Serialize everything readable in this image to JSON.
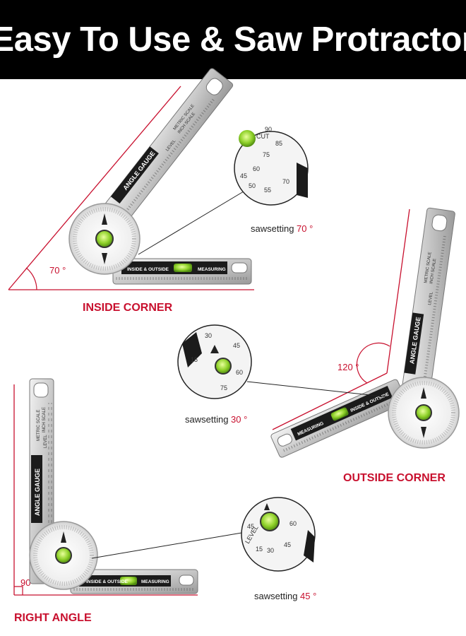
{
  "header": {
    "title": "Easy To Use &  Saw Protractor"
  },
  "sections": {
    "inside_corner": {
      "label": "INSIDE CORNER",
      "angle": "70 °",
      "saw_prefix": "sawsetting",
      "saw_value": "70 °",
      "blade_labels": [
        "ANGLE GAUGE",
        "LEVEL",
        "METRIC SCALE",
        "INCH SCALE",
        "INSIDE & OUTSIDE",
        "MEASURING"
      ]
    },
    "outside_corner": {
      "label": "OUTSIDE CORNER",
      "angle": "120 °",
      "saw_prefix": "sawsetting",
      "saw_value": "30 °",
      "blade_labels": [
        "ANGLE GAUGE",
        "LEVEL",
        "METRIC SCALE",
        "INCH SCALE",
        "INSIDE & OUTSIDE",
        "MEASURING"
      ]
    },
    "right_angle": {
      "label": "RIGHT ANGLE",
      "angle": "90 °",
      "saw_prefix": "sawsetting",
      "saw_value": "45 °",
      "blade_labels": [
        "ANGLE GAUGE",
        "LEVEL",
        "METRIC SCALE",
        "INCH SCALE",
        "INSIDE & OUTSIDE",
        "MEASURING"
      ]
    }
  },
  "zoom_labels": {
    "inside": [
      "CUT",
      "90",
      "85",
      "75",
      "60",
      "45",
      "50",
      "55",
      "70"
    ],
    "outside": [
      "30",
      "15",
      "45",
      "60",
      "75"
    ],
    "right": [
      "45",
      "60",
      "15",
      "30",
      "45",
      "LEVEL"
    ]
  },
  "colors": {
    "accent_red": "#c8102e",
    "banner_bg": "#000000",
    "banner_text": "#ffffff",
    "level_bubble": "#8fd12a"
  }
}
